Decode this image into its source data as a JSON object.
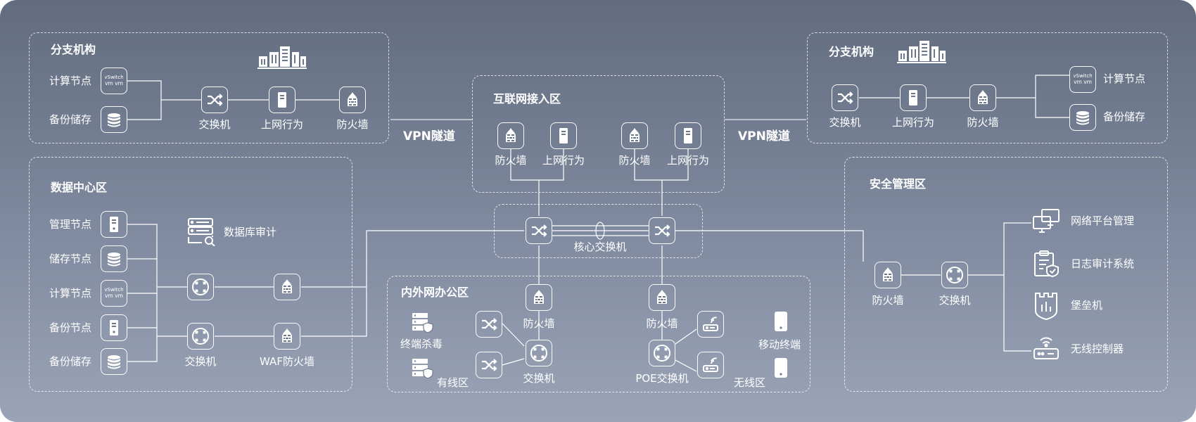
{
  "zones": {
    "branch_left": {
      "title": "分支机构",
      "compute_node": "计算节点",
      "backup_storage": "备份储存",
      "switch": "交换机",
      "web_behavior": "上网行为",
      "firewall": "防火墙"
    },
    "branch_right": {
      "title": "分支机构",
      "switch": "交换机",
      "web_behavior": "上网行为",
      "firewall": "防火墙",
      "compute_node": "计算节点",
      "backup_storage": "备份储存"
    },
    "internet": {
      "title": "互联网接入区",
      "firewall_1": "防火墙",
      "web_behavior_1": "上网行为",
      "firewall_2": "防火墙",
      "web_behavior_2": "上网行为"
    },
    "core": {
      "label": "核心交换机"
    },
    "datacenter": {
      "title": "数据中心区",
      "management_node": "管理节点",
      "storage_node": "储存节点",
      "compute_node": "计算节点",
      "backup_node": "备份节点",
      "backup_storage": "备份储存",
      "db_audit": "数据库审计",
      "switch": "交换机",
      "waf": "WAF防火墙"
    },
    "office": {
      "title": "内外网办公区",
      "endpoint_av": "终端杀毒",
      "wired_area": "有线区",
      "firewall_1": "防火墙",
      "switch": "交换机",
      "firewall_2": "防火墙",
      "poe_switch": "POE交换机",
      "mobile_terminal": "移动终端",
      "wireless_area": "无线区"
    },
    "security": {
      "title": "安全管理区",
      "firewall": "防火墙",
      "switch": "交换机",
      "platform_mgmt": "网络平台管理",
      "log_audit": "日志审计系统",
      "bastion": "堡垒机",
      "wireless_controller": "无线控制器"
    }
  },
  "tunnels": {
    "left": "VPN隧道",
    "right": "VPN隧道"
  },
  "vswitch_badge": {
    "line1": "vSwitch",
    "line2": "vm vm"
  },
  "colors": {
    "background_top": "#626c7e",
    "background_bottom": "#9ba4b6",
    "line": "#ffffff"
  },
  "icons": [
    "building-icon",
    "switch-icon",
    "router-switch-icon",
    "firewall-icon",
    "web-behavior-icon",
    "server-icon",
    "storage-icon",
    "vswitch-icon",
    "db-audit-icon",
    "endpoint-av-icon",
    "ap-icon",
    "mobile-icon",
    "monitor-icon",
    "log-audit-icon",
    "bastion-icon",
    "wireless-controller-icon"
  ]
}
